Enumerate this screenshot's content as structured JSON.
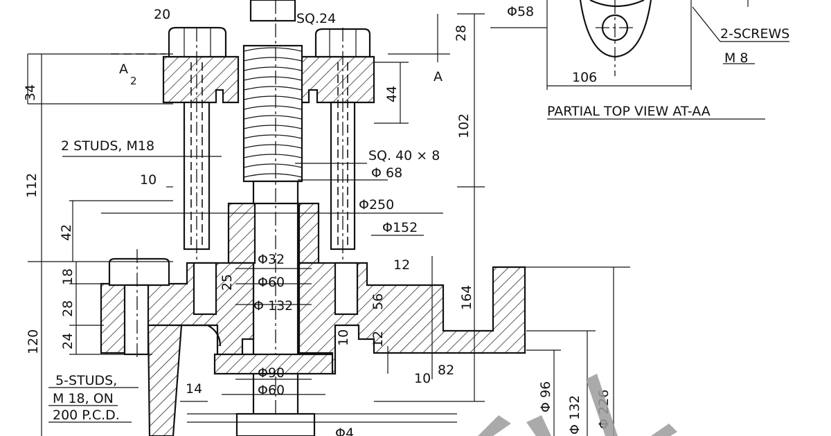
{
  "drawing": {
    "view_title": "PARTIAL TOP VIEW AT-AA",
    "section_labels": {
      "a2": "A",
      "a2_sub": "2",
      "a_right": "A"
    },
    "notes": {
      "studs_2": "2 STUDS, M18",
      "screws_2": "2-SCREWS",
      "screws_2_size": "M 8",
      "studs_5_line1": "5-STUDS,",
      "studs_5_line2": "M 18, ON",
      "studs_5_line3": "200 P.C.D."
    },
    "dimensions": {
      "d20": "20",
      "sq24": "SQ.24",
      "phi58": "Φ58",
      "d28_top": "28",
      "d106": "106",
      "d34": "34",
      "d44": "44",
      "d102": "102",
      "d112": "112",
      "sq40x8": "SQ. 40 × 8",
      "phi68": "Φ 68",
      "d10_left": "10",
      "phi250": "Φ250",
      "d42": "42",
      "phi152": "Φ152",
      "phi32": "Φ32",
      "d12": "12",
      "d18": "18",
      "d25": "25",
      "phi60_upper": "Φ60",
      "d164": "164",
      "d28_left": "28",
      "phi132_center": "Φ 132",
      "d56": "56",
      "d24": "24",
      "d10_mid": "10",
      "d12_mid": "12",
      "d120": "120",
      "d82": "82",
      "phi90": "Φ90",
      "d10_bottom": "10",
      "d14": "14",
      "phi60_lower": "Φ60",
      "phi96": "Φ 96",
      "phi132_right": "Φ 132",
      "phi226": "Φ 226",
      "phi46_partial": "Φ4"
    }
  }
}
